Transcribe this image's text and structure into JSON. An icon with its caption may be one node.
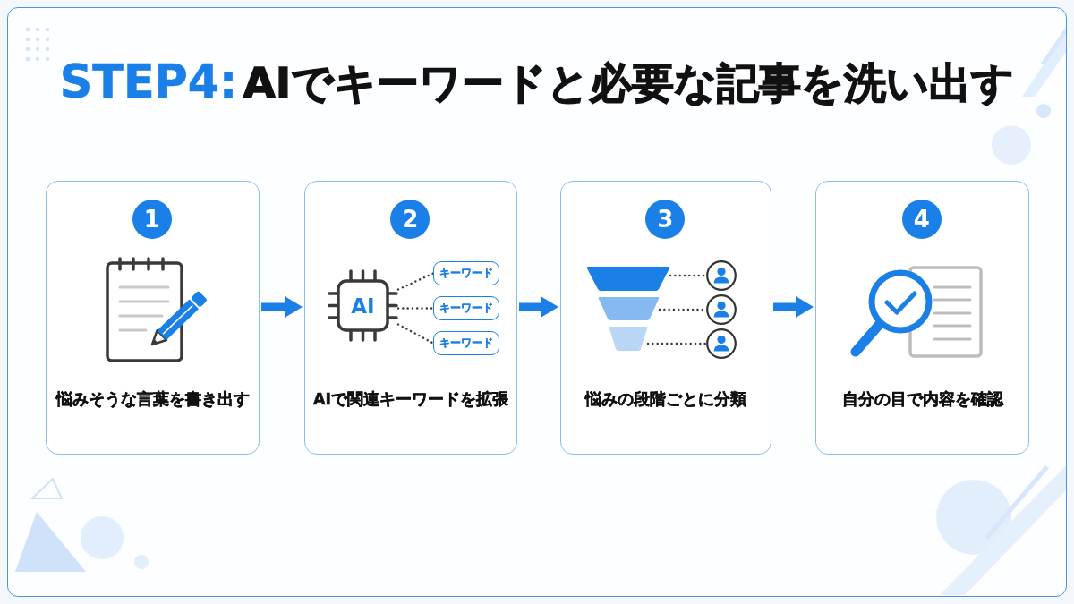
{
  "diagram": {
    "title": "**STEP4:**AIでキーワードと必要な記事を洗い出す",
    "nodes": [
      {
        "text": [
          "1",
          "悩みそうな言葉を書き出す"
        ]
      },
      {
        "text": [
          "2",
          "AIで関連キーワードを拡張"
        ]
      },
      {
        "text": [
          "AI"
        ],
        "in": 1
      },
      {
        "text": [
          "キーワード"
        ],
        "in": 1
      },
      {
        "text": [
          "キーワード"
        ],
        "in": 1
      },
      {
        "text": [
          "キーワード"
        ],
        "in": 1
      },
      {
        "text": [
          "3",
          "悩みの段階ごとに分類"
        ]
      },
      {
        "text": [],
        "shape": "trapezoid",
        "in": 6
      },
      {
        "text": [],
        "shape": "person",
        "in": 6
      },
      {
        "text": [],
        "shape": "trapezoid",
        "in": 6
      },
      {
        "text": [],
        "shape": "person",
        "in": 6
      },
      {
        "text": [],
        "shape": "trapezoid",
        "in": 6
      },
      {
        "text": [],
        "shape": "person",
        "in": 6
      },
      {
        "text": [
          "4",
          "自分の目で内容を確認"
        ]
      }
    ],
    "edges": [
      {
        "from": 0,
        "to": 1,
        "arrow": "to",
        "style": "thick",
        "color": "#1a7fe6"
      },
      {
        "from": 1,
        "to": 6,
        "arrow": "to",
        "style": "thick",
        "color": "#1a7fe6"
      },
      {
        "from": 6,
        "to": 13,
        "arrow": "to",
        "style": "thick",
        "color": "#1a7fe6"
      },
      {
        "from": 2,
        "to": 3,
        "arrow": "none",
        "style": "dashed"
      },
      {
        "from": 2,
        "to": 4,
        "arrow": "none",
        "style": "dashed"
      },
      {
        "from": 2,
        "to": 5,
        "arrow": "none",
        "style": "dashed"
      },
      {
        "from": 7,
        "to": 8,
        "arrow": "none",
        "style": "dashed"
      },
      {
        "from": 9,
        "to": 10,
        "arrow": "none",
        "style": "dashed"
      },
      {
        "from": 11,
        "to": 12,
        "arrow": "none",
        "style": "dashed"
      }
    ]
  }
}
